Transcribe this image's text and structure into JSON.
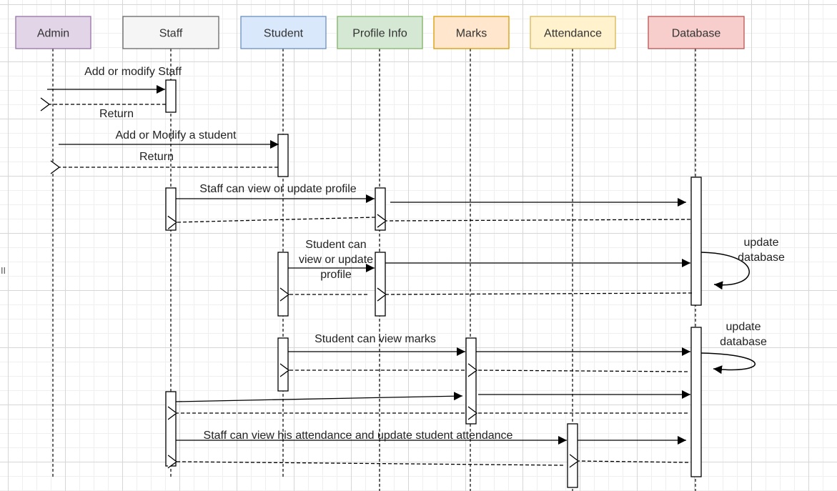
{
  "participants": [
    {
      "id": "admin",
      "label": "Admin",
      "fill": "#e1d5e7",
      "stroke": "#9673a6"
    },
    {
      "id": "staff",
      "label": "Staff",
      "fill": "#f5f5f5",
      "stroke": "#666666"
    },
    {
      "id": "student",
      "label": "Student",
      "fill": "#dae8fc",
      "stroke": "#6c8ebf"
    },
    {
      "id": "profile",
      "label": "Profile Info",
      "fill": "#d5e8d4",
      "stroke": "#82b366"
    },
    {
      "id": "marks",
      "label": "Marks",
      "fill": "#ffe6cc",
      "stroke": "#d79b00"
    },
    {
      "id": "attendance",
      "label": "Attendance",
      "fill": "#fff2cc",
      "stroke": "#d6b656"
    },
    {
      "id": "database",
      "label": "Database",
      "fill": "#f8cecc",
      "stroke": "#b85450"
    }
  ],
  "messages": {
    "add_staff": "Add or modify Staff",
    "return_1": "Return",
    "add_student": "Add or Modify a student",
    "return_2": "Return",
    "staff_profile": "Staff can view or update profile",
    "student_profile": "Student can view or update profile",
    "update_db_1": "update database",
    "student_marks": "Student can view marks",
    "update_db_2": "update database",
    "staff_attendance": "Staff can view his attendance and update student attendance"
  },
  "ui": {
    "edge_handle": "II"
  }
}
